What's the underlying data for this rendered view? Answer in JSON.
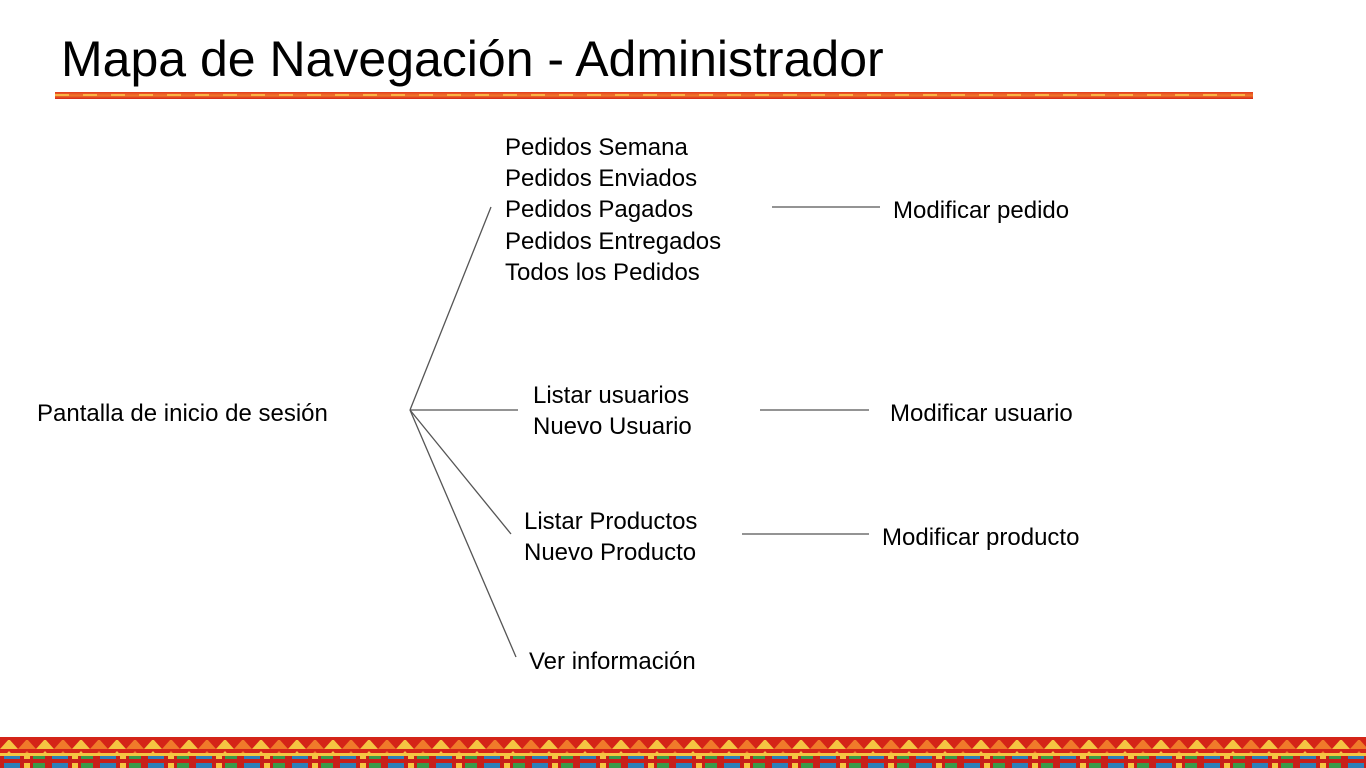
{
  "title": "Mapa de Navegación - Administrador",
  "root": {
    "label": "Pantalla de inicio de sesión"
  },
  "groups": [
    {
      "items": [
        "Pedidos Semana",
        "Pedidos Enviados",
        "Pedidos Pagados",
        "Pedidos Entregados",
        "Todos los Pedidos"
      ],
      "child": "Modificar pedido"
    },
    {
      "items": [
        "Listar usuarios",
        "Nuevo Usuario"
      ],
      "child": "Modificar usuario"
    },
    {
      "items": [
        "Listar Productos",
        "Nuevo Producto"
      ],
      "child": "Modificar producto"
    },
    {
      "items": [
        "Ver información"
      ],
      "child": ""
    }
  ],
  "colors": {
    "text": "#000000",
    "connector": "#555555",
    "accent_red": "#d42418",
    "accent_orange": "#f07a2a",
    "accent_yellow": "#f5c542"
  }
}
